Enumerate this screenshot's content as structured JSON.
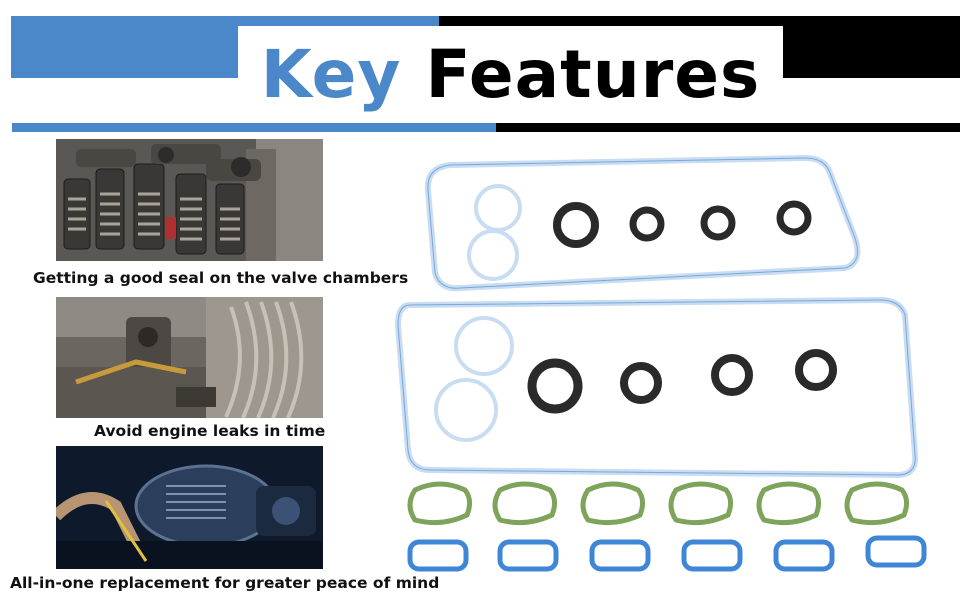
{
  "header": {
    "title_word1": "Key",
    "title_word2": "Features",
    "colors": {
      "accent_blue": "#4a88c9",
      "black": "#000000"
    }
  },
  "features": [
    {
      "image": "valve-chamber-photo",
      "caption": "Getting a good seal on the valve chambers"
    },
    {
      "image": "engine-block-photo",
      "caption": "Avoid engine leaks in time"
    },
    {
      "image": "engine-bay-photo",
      "caption": "All-in-one replacement for greater peace of mind"
    }
  ],
  "product": {
    "image": "valve-cover-gasket-set",
    "colors": {
      "cover_gasket": "#c8dcf2",
      "seal_ring": "#2a2a2a",
      "intake_gasket_green": "#7ea35a",
      "intake_gasket_blue": "#3f87d6"
    }
  }
}
